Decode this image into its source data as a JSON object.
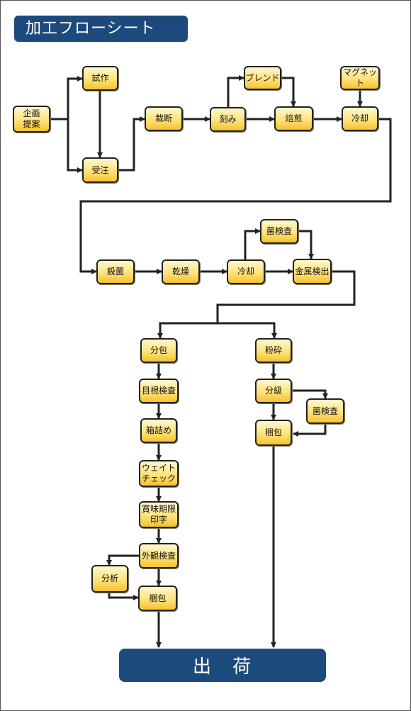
{
  "title": "加工フローシート",
  "ship_label": "出　荷",
  "nodes": {
    "kikaku": "企画\n提案",
    "shisaku": "試作",
    "juchu": "受注",
    "saidan": "裁断",
    "kizami": "刻み",
    "blend": "ブレンド",
    "baisen": "焙煎",
    "magnet": "マグネット",
    "reikyaku1": "冷却",
    "sakkin": "殺菌",
    "kanso": "乾燥",
    "reikyaku2": "冷却",
    "kinkensa1": "菌検査",
    "kinzoku": "金属検出",
    "bunpo": "分包",
    "mokushi": "目視検査",
    "hakozume": "箱詰め",
    "weight": "ウェイト\nチェック",
    "shomi": "賞味期限\n印字",
    "gaikan": "外観検査",
    "bunseki": "分析",
    "konpo1": "梱包",
    "funsai": "粉砕",
    "bunkyu": "分級",
    "kinkensa2": "菌検査",
    "konpo2": "梱包"
  }
}
